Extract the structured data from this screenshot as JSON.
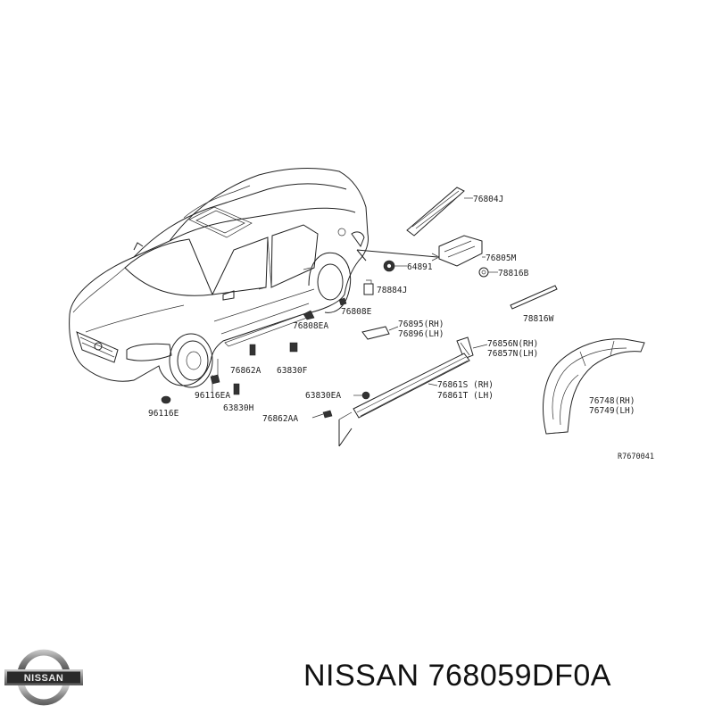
{
  "diagram": {
    "labels": {
      "p76804J": "76804J",
      "p76805M": "76805M",
      "p64891": "64891",
      "p78816B": "78816B",
      "p78884J": "78884J",
      "p76808E": "76808E",
      "p76808EA": "76808EA",
      "p76895": "76895(RH)",
      "p76896": "76896(LH)",
      "p78816W": "78816W",
      "p76856N": "76856N(RH)",
      "p76857N": "76857N(LH)",
      "p76862A": "76862A",
      "p63830F": "63830F",
      "p96116EA": "96116EA",
      "p96116E": "96116E",
      "p63830H": "63830H",
      "p63830EA": "63830EA",
      "p76861S": "76861S (RH)",
      "p76861T": "76861T (LH)",
      "p76862AA": "76862AA",
      "p76748": "76748(RH)",
      "p76749": "76749(LH)"
    },
    "figure_code": "R7670041"
  },
  "brand": {
    "logo_text": "NISSAN",
    "make": "NISSAN",
    "part_number": "768059DF0A",
    "colors": {
      "logo_ring": "#8a8a8a",
      "text": "#111111"
    }
  }
}
